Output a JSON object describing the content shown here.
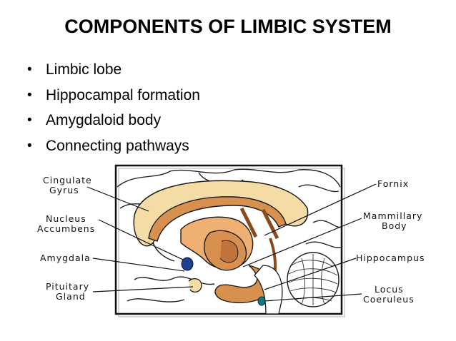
{
  "slide": {
    "title": "COMPONENTS OF LIMBIC SYSTEM",
    "bullets": [
      "Limbic lobe",
      "Hippocampal formation",
      "Amygdaloid body",
      "Connecting pathways"
    ],
    "bullet_glyph": "•"
  },
  "figure": {
    "labels": {
      "cingulate_1": "Cingulate",
      "cingulate_2": "Gyrus",
      "nucleus_1": "Nucleus",
      "nucleus_2": "Accumbens",
      "amygdala": "Amygdala",
      "pituitary_1": "Pituitary",
      "pituitary_2": "Gland",
      "fornix": "Fornix",
      "mammillary_1": "Mammillary",
      "mammillary_2": "Body",
      "hippocampus": "Hippocampus",
      "locus_1": "Locus",
      "locus_2": "Coeruleus"
    },
    "colors": {
      "limbic_fill": "#f3dca6",
      "deep_fill": "#d8904f",
      "orange_fill": "#f0b071",
      "amygdala_blue": "#1d3f8f",
      "locus_teal": "#0f7a82",
      "outline": "#1a1a1a"
    }
  }
}
